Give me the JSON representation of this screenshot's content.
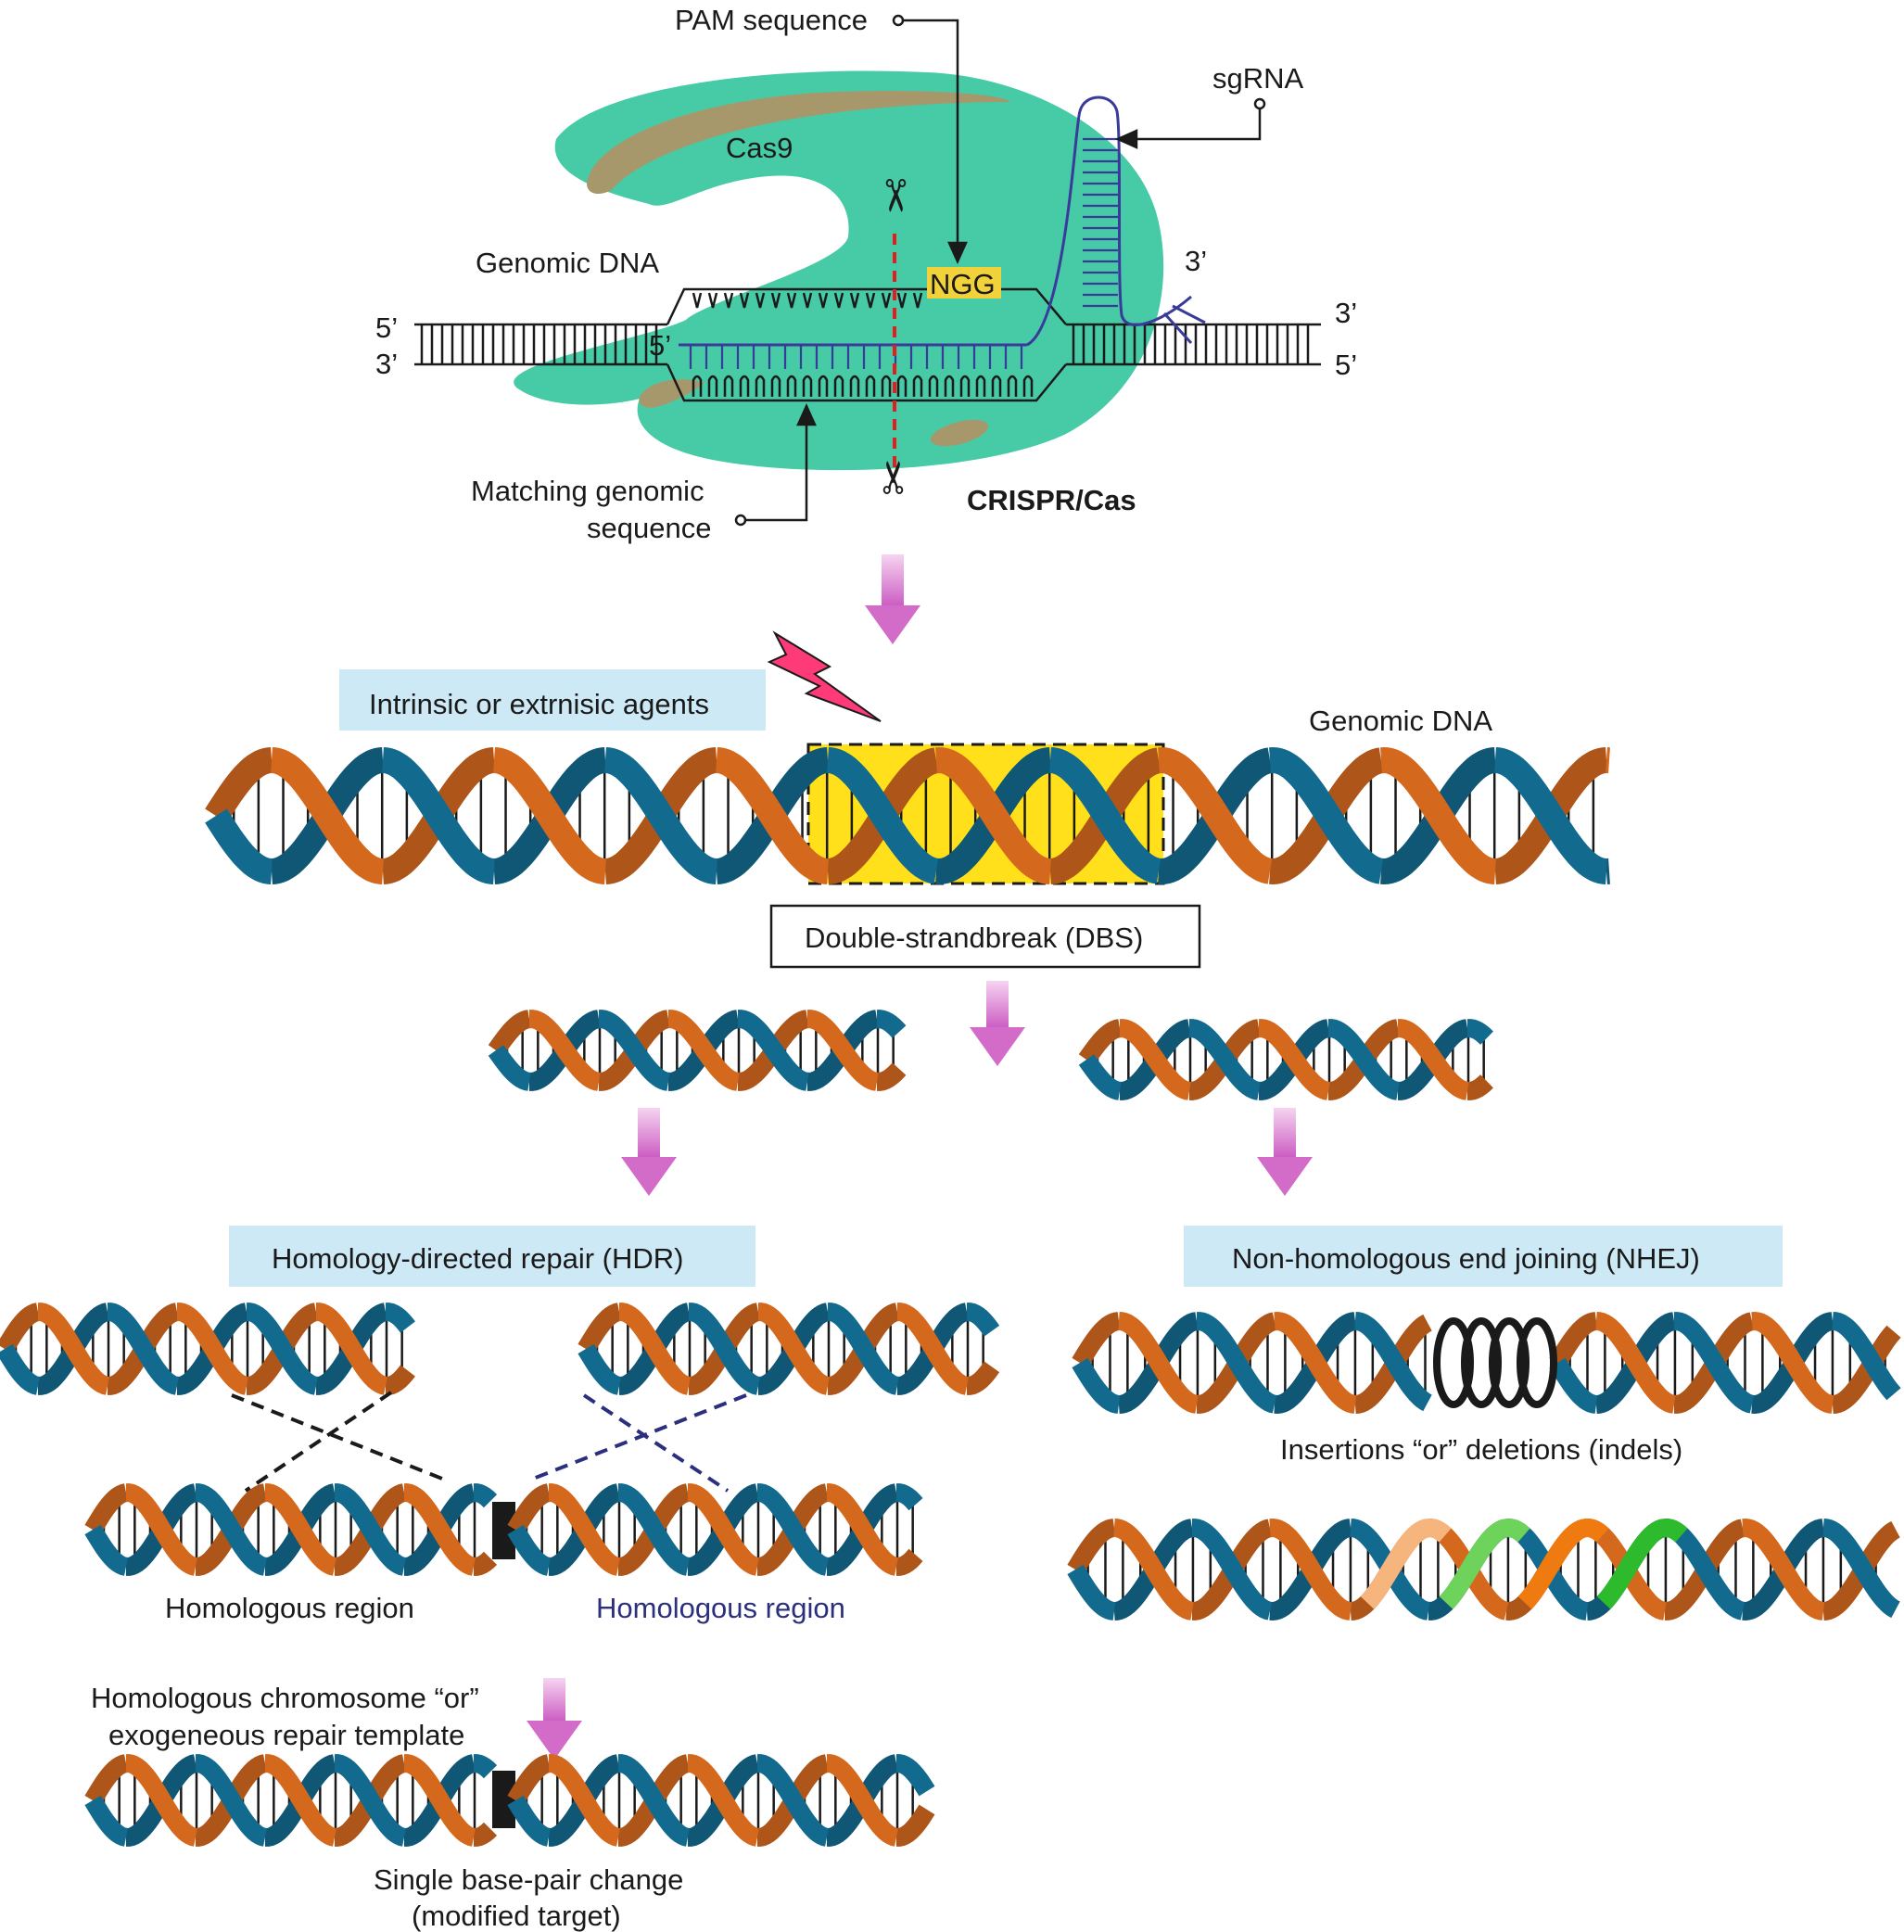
{
  "crispr": {
    "pam_label": "PAM sequence",
    "sgrna_label": "sgRNA",
    "cas9_label": "Cas9",
    "genomic_dna_label": "Genomic DNA",
    "ngg_label": "NGG",
    "end_5_left": "5’",
    "end_3_left": "3’",
    "end_3_right": "3’",
    "end_5_right": "5’",
    "guide_5": "5’",
    "sgrna_3": "3’",
    "matching_line1": "Matching genomic",
    "matching_line2": "sequence",
    "title": "CRISPR/Cas"
  },
  "dsb_section": {
    "agents_label": "Intrinsic or extrnisic agents",
    "genomic_dna_label": "Genomic DNA",
    "dsb_label": "Double-strandbreak (DBS)"
  },
  "hdr": {
    "label": "Homology-directed repair (HDR)",
    "homologous_left": "Homologous region",
    "homologous_right": "Homologous region",
    "template_line1": "Homologous chromosome “or”",
    "template_line2": "exogeneous repair template",
    "result_line1": "Single base-pair change",
    "result_line2": "(modified target)"
  },
  "nhej": {
    "label": "Non-homologous end joining (NHEJ)",
    "indels_label": "Insertions “or” deletions (indels)"
  },
  "colors": {
    "orange_strand": "#d4691e",
    "blue_strand": "#136a8f",
    "cas9": "#46cba6",
    "cas9_patch": "#a7986c",
    "box_blue": "#cde9f6",
    "dsb_yellow": "#ffe01a",
    "arrow_pink": "#d36cc9",
    "ngg_yellow": "#f2d23a",
    "sgrna_purple": "#3a3a9a",
    "cut_red": "#e02020"
  }
}
